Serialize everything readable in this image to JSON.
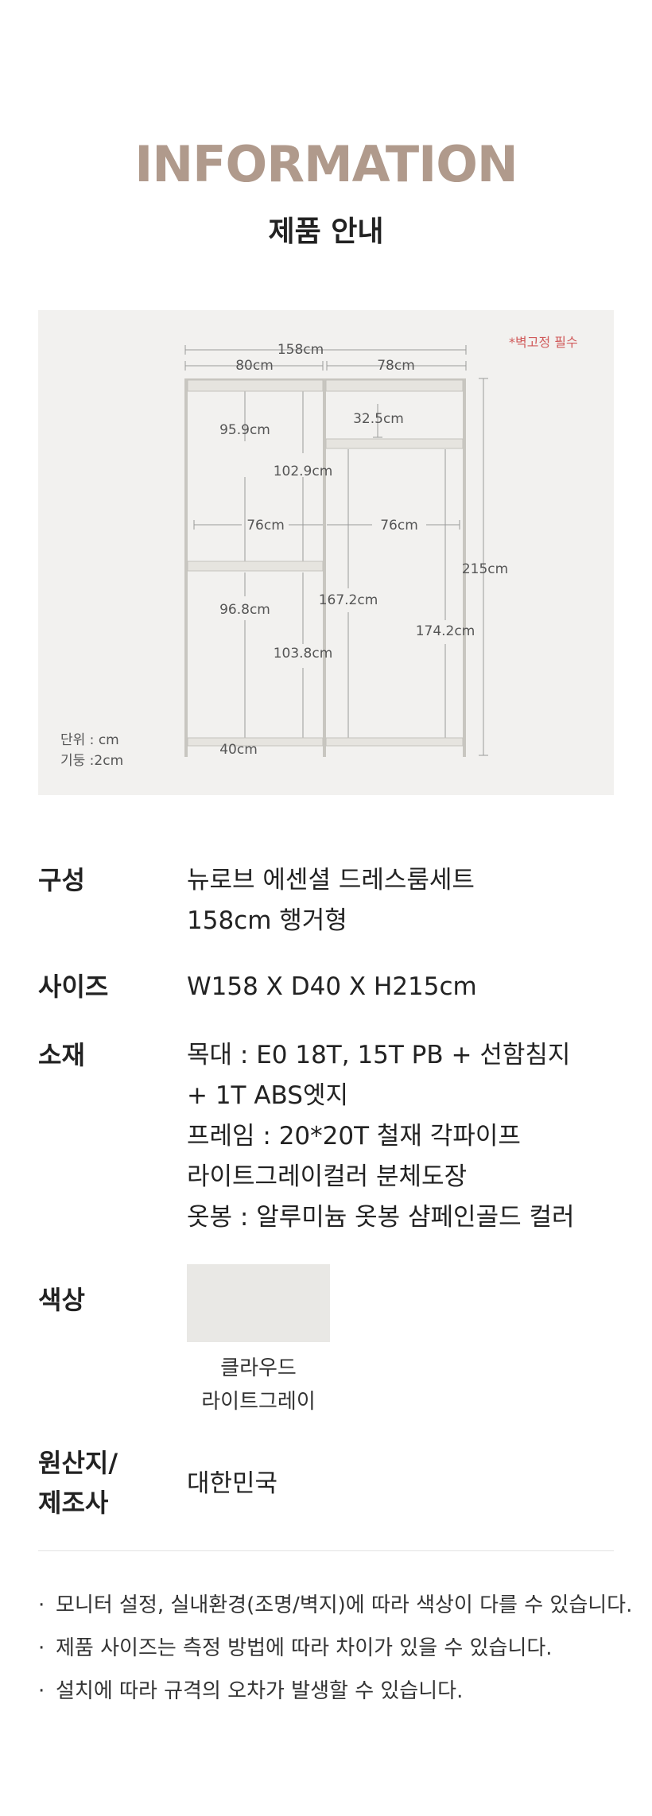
{
  "header": {
    "title": "INFORMATION",
    "subtitle": "제품 안내"
  },
  "diagram": {
    "wall_fix_note": "*벽고정 필수",
    "unit_note": "단위 : cm",
    "pillar_note": "기둥 :2cm",
    "dimensions": {
      "total_width": "158cm",
      "left_width": "80cm",
      "right_width": "78cm",
      "right_top_gap": "32.5cm",
      "left_upper_height": "95.9cm",
      "left_mid_height": "102.9cm",
      "left_shelf_width": "76cm",
      "right_shelf_width": "76cm",
      "total_height": "215cm",
      "left_lower_height": "96.8cm",
      "right_rod_height": "167.2cm",
      "right_total_height": "174.2cm",
      "left_lower_total": "103.8cm",
      "depth": "40cm"
    }
  },
  "specs": {
    "composition": {
      "label": "구성",
      "lines": [
        "뉴로브 에센셜 드레스룸세트",
        "158cm 행거형"
      ]
    },
    "size": {
      "label": "사이즈",
      "value": "W158 X D40 X H215cm"
    },
    "material": {
      "label": "소재",
      "lines": [
        "목대 : E0 18T, 15T PB + 선함침지",
        "+ 1T ABS엣지",
        "프레임 : 20*20T 철재 각파이프",
        "라이트그레이컬러 분체도장",
        "옷봉 : 알루미늄 옷봉 샴페인골드 컬러"
      ]
    },
    "color": {
      "label": "색상",
      "swatch_color": "#e9e8e5",
      "name_lines": [
        "클라우드",
        "라이트그레이"
      ]
    },
    "origin": {
      "label_lines": [
        "원산지/",
        "제조사"
      ],
      "value": "대한민국"
    }
  },
  "notes": {
    "bullet": "·",
    "items": [
      "모니터 설정, 실내환경(조명/벽지)에 따라 색상이 다를 수 있습니다.",
      "제품 사이즈는 측정 방법에 따라 차이가 있을 수 있습니다.",
      "설치에 따라 규격의 오차가 발생할 수 있습니다."
    ]
  }
}
